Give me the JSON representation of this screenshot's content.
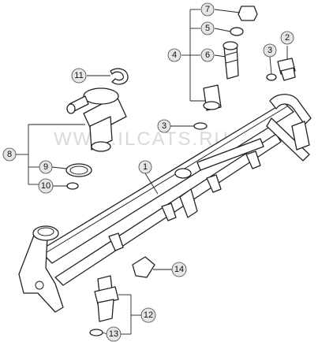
{
  "watermark": "WWW.ILCATS.RU",
  "callouts": [
    {
      "id": "c7",
      "label": "7"
    },
    {
      "id": "c5",
      "label": "5"
    },
    {
      "id": "c4",
      "label": "4"
    },
    {
      "id": "c6",
      "label": "6"
    },
    {
      "id": "c2",
      "label": "2"
    },
    {
      "id": "c3a",
      "label": "3"
    },
    {
      "id": "c11",
      "label": "11"
    },
    {
      "id": "c3b",
      "label": "3"
    },
    {
      "id": "c8",
      "label": "8"
    },
    {
      "id": "c9",
      "label": "9"
    },
    {
      "id": "c10",
      "label": "10"
    },
    {
      "id": "c1",
      "label": "1"
    },
    {
      "id": "c14",
      "label": "14"
    },
    {
      "id": "c12",
      "label": "12"
    },
    {
      "id": "c13",
      "label": "13"
    }
  ]
}
